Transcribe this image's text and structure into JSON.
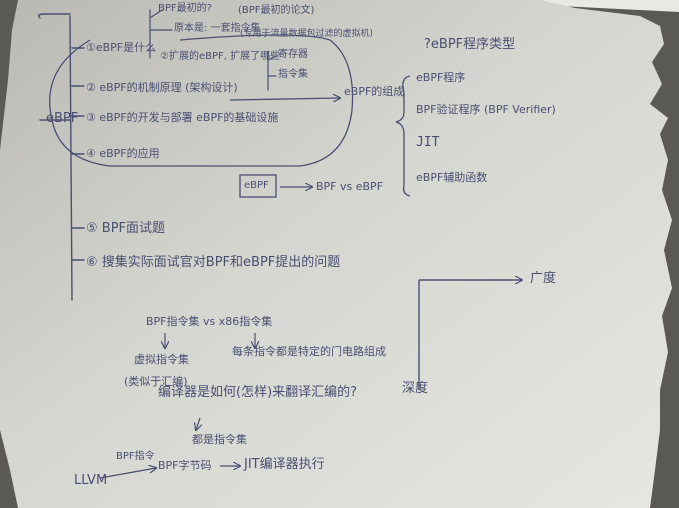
{
  "notes": {
    "ebpf_root": "eBPF",
    "item1": "①eBPF是什么",
    "item1_sub_a": "BPF最初的?",
    "item1_sub_b": "原本是: 一套指令集",
    "item1_sub_c": "(BPF最初的论文)",
    "item1_sub_d": "(专用于流量数据包过滤的虚拟机)",
    "item1_sub_e": "②扩展的eBPF, 扩展了哪些",
    "item1_sub_f": "寄存器",
    "item1_sub_g": "指令集",
    "item2": "② eBPF的机制原理 (架构设计)",
    "item3": "③ eBPF的开发与部署 eBPF的基础设施",
    "item4": "④ eBPF的应用",
    "components_label": "eBPF的组成",
    "program_types": "?eBPF程序类型",
    "comp_program": "eBPF程序",
    "comp_verifier": "BPF验证程序 (BPF Verifier)",
    "comp_jit": "JIT",
    "comp_helpers": "eBPF辅助函数",
    "ebpf_box": "eBPF",
    "bpf_vs_ebpf": "BPF vs eBPF",
    "item5": "⑤ BPF面试题",
    "item6": "⑥ 搜集实际面试官对BPF和eBPF提出的问题",
    "depth_breadth_width": "广度",
    "depth_breadth_depth": "深度",
    "bpf_vs_x86": "BPF指令集 vs x86指令集",
    "virtual_isa": "虚拟指令集",
    "virtual_isa_note": "(类似于汇编)",
    "x86_note": "每条指令都是特定的门电路组成",
    "compile_question": "编译器是如何(怎样)来翻译汇编的?",
    "all_isa": "都是指令集",
    "pipeline_llvm": "LLVM",
    "pipeline_arrow_label": "BPF指令",
    "pipeline_bytecode": "BPF字节码",
    "pipeline_jit": "JIT编译器执行"
  }
}
